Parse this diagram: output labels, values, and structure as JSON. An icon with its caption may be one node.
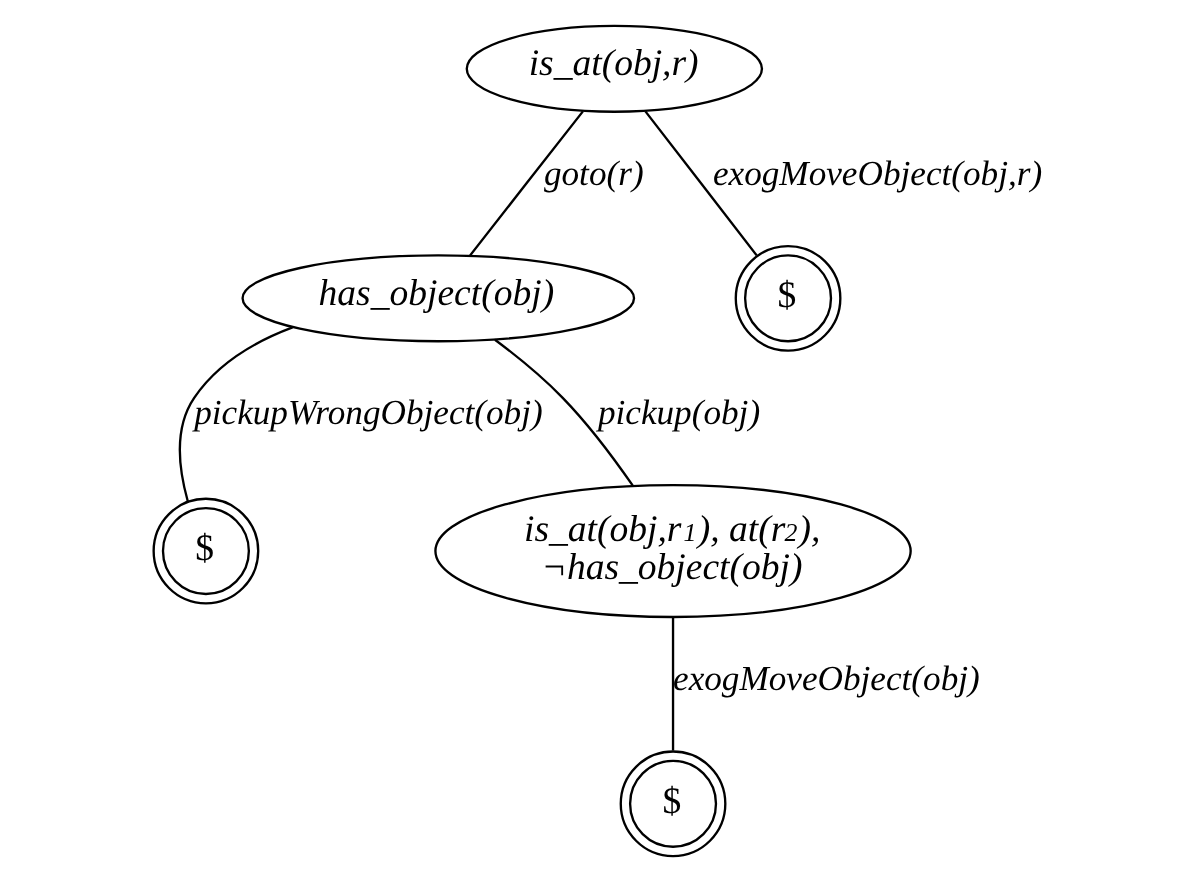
{
  "diagram": {
    "nodes": [
      {
        "text": [
          "is_at(obj,r)"
        ]
      },
      {
        "text": [
          "has_object(obj)"
        ]
      },
      {
        "text": [
          "$"
        ]
      },
      {
        "text": [
          "$"
        ]
      },
      {
        "text": [
          "is_at(obj,r$_{1}$), at(r$_{2}$), ¬has_object(obj)"
        ]
      },
      {
        "text": [
          "$"
        ]
      }
    ],
    "edges": [
      {
        "from": 0,
        "to": 1,
        "arrow": "none",
        "label": "goto(r)"
      },
      {
        "from": 0,
        "to": 2,
        "arrow": "none",
        "label": "exogMoveObject(obj,r)"
      },
      {
        "from": 1,
        "to": 3,
        "arrow": "none",
        "label": "pickupWrongObject(obj)"
      },
      {
        "from": 1,
        "to": 4,
        "arrow": "none",
        "label": "pickup(obj)"
      },
      {
        "from": 4,
        "to": 5,
        "arrow": "none",
        "label": "exogMoveObject(obj)"
      }
    ]
  }
}
